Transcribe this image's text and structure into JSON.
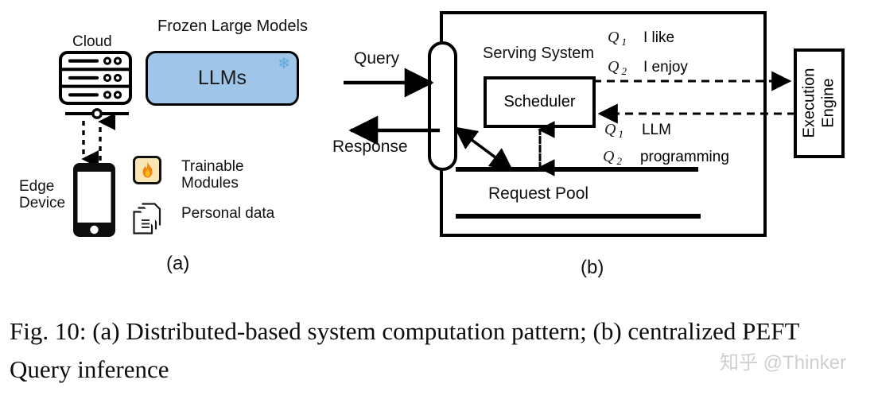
{
  "figure": {
    "caption": "Fig. 10: (a) Distributed-based system computation pattern; (b) centralized PEFT Query inference",
    "watermark": "知乎 @Thinker",
    "panel_a_label": "(a)",
    "panel_b_label": "(b)"
  },
  "panel_a": {
    "title_frozen": "Frozen Large Models",
    "cloud_label": "Cloud",
    "llms_label": "LLMs",
    "llms_box_color": "#9FC5E8",
    "snowflake_icon": "snowflake-icon",
    "snowflake_glyph": "❄",
    "edge_device_label": "Edge\nDevice",
    "trainable_modules_label": "Trainable\nModules",
    "trainable_modules_icon": "fire-icon",
    "trainable_modules_glyph": "🔥",
    "trainable_tile_color": "#FAE6B4",
    "personal_data_label": "Personal data",
    "personal_data_icon": "documents-icon",
    "server_icon": "server-rack-icon",
    "phone_icon": "smartphone-icon",
    "uplink_arrow": "dashed-arrow-up",
    "downlink_arrow": "dashed-arrow-down"
  },
  "panel_b": {
    "serving_system_label": "Serving System",
    "scheduler_label": "Scheduler",
    "query_label": "Query",
    "response_label": "Response",
    "request_pool_label": "Request Pool",
    "execution_engine_label_line1": "Execution",
    "execution_engine_label_line2": "Engine",
    "gateway_icon": "gateway-capsule-icon",
    "queue_rows": [
      {
        "symbol": "Q",
        "subscript": "1",
        "text": "I like"
      },
      {
        "symbol": "Q",
        "subscript": "2",
        "text": "I enjoy"
      },
      {
        "symbol": "Q",
        "subscript": "1",
        "text": "LLM"
      },
      {
        "symbol": "Q",
        "subscript": "2",
        "text": "programming"
      }
    ]
  }
}
